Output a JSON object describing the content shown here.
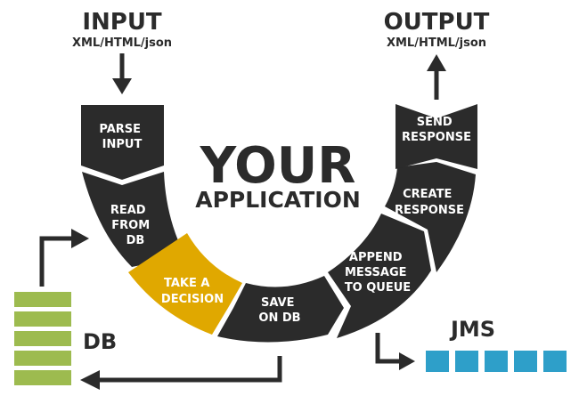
{
  "input": {
    "title": "INPUT",
    "formats": "XML/HTML/json"
  },
  "output": {
    "title": "OUTPUT",
    "formats": "XML/HTML/json"
  },
  "center": {
    "line1": "YOUR",
    "line2": "APPLICATION"
  },
  "steps": [
    {
      "lines": [
        "PARSE",
        "INPUT"
      ],
      "highlight": false
    },
    {
      "lines": [
        "READ",
        "FROM",
        "DB"
      ],
      "highlight": false
    },
    {
      "lines": [
        "TAKE A",
        "DECISION"
      ],
      "highlight": true
    },
    {
      "lines": [
        "SAVE",
        "ON DB"
      ],
      "highlight": false
    },
    {
      "lines": [
        "APPEND",
        "MESSAGE",
        "TO QUEUE"
      ],
      "highlight": false
    },
    {
      "lines": [
        "CREATE",
        "RESPONSE"
      ],
      "highlight": false
    },
    {
      "lines": [
        "SEND",
        "RESPONSE"
      ],
      "highlight": false
    }
  ],
  "db": {
    "label": "DB",
    "color": "#9dbb4f",
    "stack": 5
  },
  "jms": {
    "label": "JMS",
    "color": "#2e9fc9",
    "blocks": 5
  },
  "colors": {
    "dark": "#2b2b2b",
    "highlight": "#e0a800",
    "arrow": "#2b2b2b"
  }
}
